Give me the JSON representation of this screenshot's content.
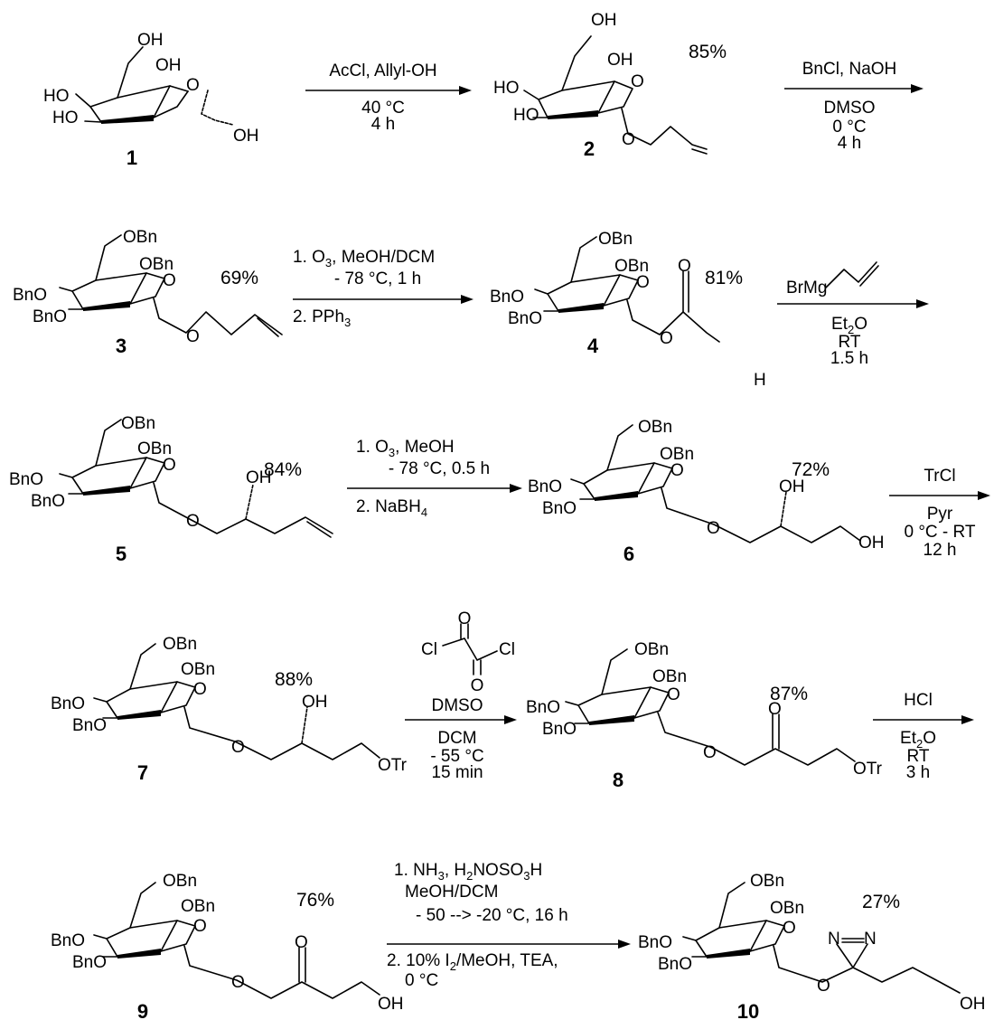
{
  "compounds": [
    {
      "id": "1",
      "substituents": {
        "hm": "OH",
        "c4": "HO",
        "c3": "HO",
        "c2": "OH",
        "anomeric": "OH"
      }
    },
    {
      "id": "2",
      "yield": "85%",
      "substituents": {
        "hm": "OH",
        "c4": "HO",
        "c3": "HO",
        "c2": "OH"
      }
    },
    {
      "id": "3",
      "yield": "69%",
      "substituents": {
        "hm": "OBn",
        "c4": "BnO",
        "c3": "BnO",
        "c2": "OBn"
      }
    },
    {
      "id": "4",
      "yield": "81%",
      "substituents": {
        "hm": "OBn",
        "c4": "BnO",
        "c3": "BnO",
        "c2": "OBn"
      },
      "carbonyl_o": "O",
      "aldehyde_h": "H"
    },
    {
      "id": "5",
      "yield": "84%",
      "substituents": {
        "hm": "OBn",
        "c4": "BnO",
        "c3": "BnO",
        "c2": "OBn"
      },
      "hydroxyl": "OH"
    },
    {
      "id": "6",
      "yield": "72%",
      "substituents": {
        "hm": "OBn",
        "c4": "BnO",
        "c3": "BnO",
        "c2": "OBn"
      },
      "hydroxyl": "OH",
      "terminal": "OH"
    },
    {
      "id": "7",
      "yield": "88%",
      "substituents": {
        "hm": "OBn",
        "c4": "BnO",
        "c3": "BnO",
        "c2": "OBn"
      },
      "hydroxyl": "OH",
      "terminal": "OTr"
    },
    {
      "id": "8",
      "yield": "87%",
      "substituents": {
        "hm": "OBn",
        "c4": "BnO",
        "c3": "BnO",
        "c2": "OBn"
      },
      "carbonyl_o": "O",
      "terminal": "OTr"
    },
    {
      "id": "9",
      "yield": "76%",
      "substituents": {
        "hm": "OBn",
        "c4": "BnO",
        "c3": "BnO",
        "c2": "OBn"
      },
      "carbonyl_o": "O",
      "terminal": "OH"
    },
    {
      "id": "10",
      "yield": "27%",
      "substituents": {
        "hm": "OBn",
        "c4": "BnO",
        "c3": "BnO",
        "c2": "OBn"
      },
      "diazirine_n": "N",
      "terminal": "OH"
    }
  ],
  "ring_o": "O",
  "glycoside_o": "O",
  "steps": [
    {
      "above": [
        "AcCl, Allyl-OH"
      ],
      "below": [
        "40 °C",
        "4 h"
      ]
    },
    {
      "above": [
        "BnCl, NaOH"
      ],
      "below": [
        "DMSO",
        "0 °C",
        "4 h"
      ]
    },
    {
      "above": [
        "1. O3, MeOH/DCM",
        "- 78 °C, 1 h"
      ],
      "below": [
        "2. PPh3"
      ]
    },
    {
      "above": [
        "BrMg (allyl)"
      ],
      "below": [
        "Et2O",
        "RT",
        "1.5 h"
      ]
    },
    {
      "above": [
        "1. O3, MeOH",
        "- 78 °C, 0.5 h"
      ],
      "below": [
        "2. NaBH4"
      ]
    },
    {
      "above": [
        "TrCl"
      ],
      "below": [
        "Pyr",
        "0 °C - RT",
        "12 h"
      ]
    },
    {
      "above": [
        "(COCl)2",
        "DMSO"
      ],
      "below": [
        "DCM",
        "- 55 °C",
        "15 min"
      ],
      "oxalyl": {
        "o": "O",
        "cl": "Cl"
      }
    },
    {
      "above": [
        "HCl"
      ],
      "below": [
        "Et2O",
        "RT",
        "3 h"
      ]
    },
    {
      "above": [
        "1. NH3, H2NOSO3H",
        "MeOH/DCM",
        "- 50 --> -20 °C, 16 h"
      ],
      "below": [
        "2. 10% I2/MeOH, TEA,",
        "0 °C"
      ]
    }
  ],
  "rich": {
    "s3_a1": [
      "1. O",
      "3",
      ", MeOH/DCM"
    ],
    "s3_b1": [
      "2. PPh",
      "3"
    ],
    "s4_a1": "BrMg",
    "s4_b1": [
      "Et",
      "2",
      "O"
    ],
    "s5_a1": [
      "1. O",
      "3",
      ", MeOH"
    ],
    "s5_b1": [
      "2. NaBH",
      "4"
    ],
    "s8_b1": [
      "Et",
      "2",
      "O"
    ],
    "s9_a1": [
      "1. NH",
      "3",
      ", H",
      "2",
      "NOSO",
      "3",
      "H"
    ],
    "s9_b1": [
      "2. 10% I",
      "2",
      "/MeOH, TEA,"
    ]
  }
}
